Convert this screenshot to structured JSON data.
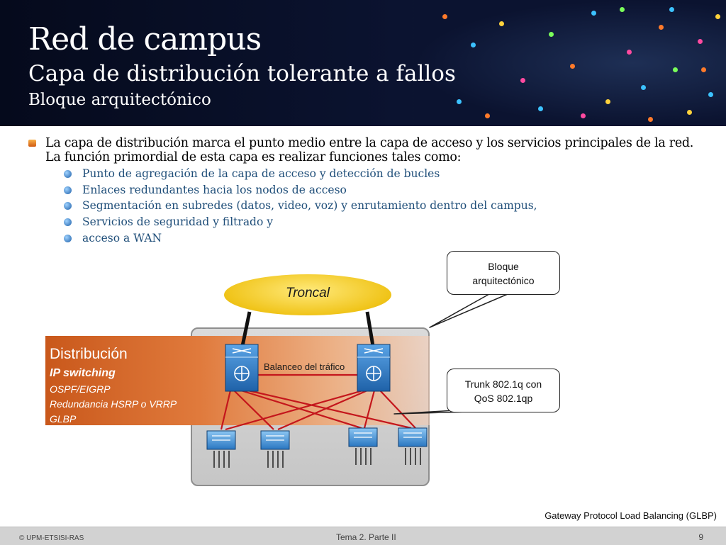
{
  "header": {
    "title": "Red de campus",
    "subtitle": "Capa de distribución tolerante a fallos",
    "subtitle2": "Bloque arquitectónico"
  },
  "bullets": {
    "main": "La capa de distribución marca el punto medio entre la capa de acceso y los servicios principales de la red. La función primordial de esta capa es realizar funciones tales como:",
    "items": [
      "Punto de agregación de la capa de acceso y detección de bucles",
      "Enlaces redundantes hacia los nodos de acceso",
      "Segmentación en subredes (datos, video, voz) y enrutamiento dentro del campus,",
      "Servicios de seguridad y filtrado y",
      "acceso a WAN"
    ]
  },
  "diagram": {
    "troncal": "Troncal",
    "distribution_title": "Distribución",
    "distribution_items": [
      "IP switching",
      "OSPF/EIGRP",
      "Redundancia HSRP o VRRP",
      "GLBP"
    ],
    "load_balance_label": "Balanceo del tráfico",
    "callout_block": [
      "Bloque",
      "arquitectónico"
    ],
    "callout_trunk": [
      "Trunk 802.1q con",
      "QoS 802.1qp"
    ],
    "colors": {
      "links": "#c4161c",
      "switch": "#2f7fc8",
      "band": "#c9581b",
      "troncal": "#f0c419"
    }
  },
  "note": "Gateway Protocol Load Balancing (GLBP)",
  "footer": {
    "left": "© UPM-ETSISI-RAS",
    "center": "Tema 2. Parte II",
    "page": "9"
  }
}
